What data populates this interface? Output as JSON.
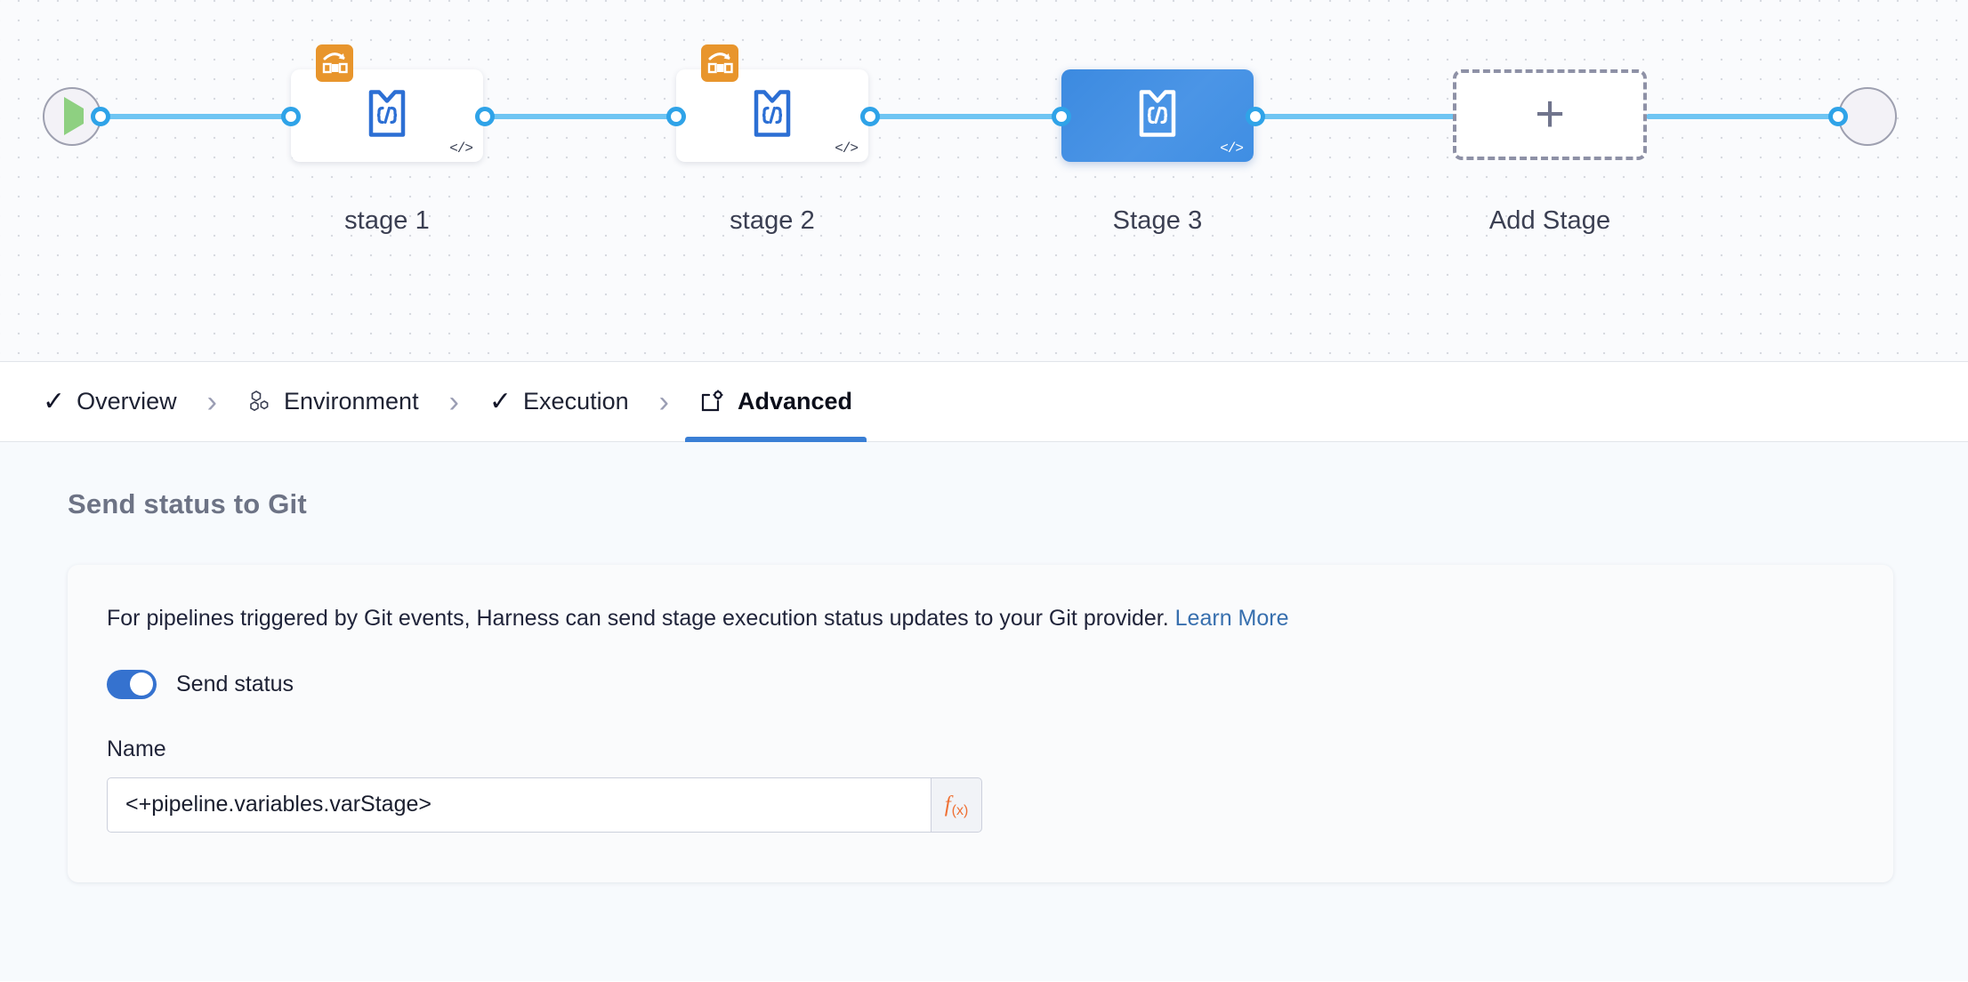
{
  "canvas": {
    "start_node": {
      "icon": "play-icon",
      "name": "pipeline-start"
    },
    "end_node": {
      "icon": "stop-icon",
      "name": "pipeline-end"
    },
    "stages": [
      {
        "label": "stage 1",
        "type": "custom-stage",
        "selected": false,
        "has_loop_badge": true,
        "code_tag": "</>"
      },
      {
        "label": "stage 2",
        "type": "custom-stage",
        "selected": false,
        "has_loop_badge": true,
        "code_tag": "</>"
      },
      {
        "label": "Stage 3",
        "type": "custom-stage",
        "selected": true,
        "has_loop_badge": false,
        "code_tag": "</>"
      }
    ],
    "add_stage": {
      "label": "Add Stage",
      "glyph": "+"
    }
  },
  "tabs": [
    {
      "label": "Overview",
      "icon": "check-icon",
      "active": false
    },
    {
      "label": "Environment",
      "icon": "hexagons-icon",
      "active": false
    },
    {
      "label": "Execution",
      "icon": "check-icon",
      "active": false
    },
    {
      "label": "Advanced",
      "icon": "advanced-gear-icon",
      "active": true
    }
  ],
  "tab_separator": "›",
  "main": {
    "section_title": "Send status to Git",
    "description_text": "For pipelines triggered by Git events, Harness can send stage execution status updates to your Git provider.",
    "learn_more_label": "Learn More",
    "send_status": {
      "label": "Send status",
      "enabled": true
    },
    "name_field": {
      "label": "Name",
      "value": "<+pipeline.variables.varStage>",
      "placeholder": "",
      "fx_label": "f",
      "fx_sub": "(x)"
    }
  },
  "colors": {
    "accent_blue": "#3a7fd5",
    "selected_stage": "#4b95e6",
    "rail": "#6fc5f3",
    "toggle_on": "#3572cf",
    "link": "#376fae",
    "fx_orange": "#ef7034",
    "loop_badge_orange": "#e8952c",
    "play_green": "#8ed081"
  }
}
